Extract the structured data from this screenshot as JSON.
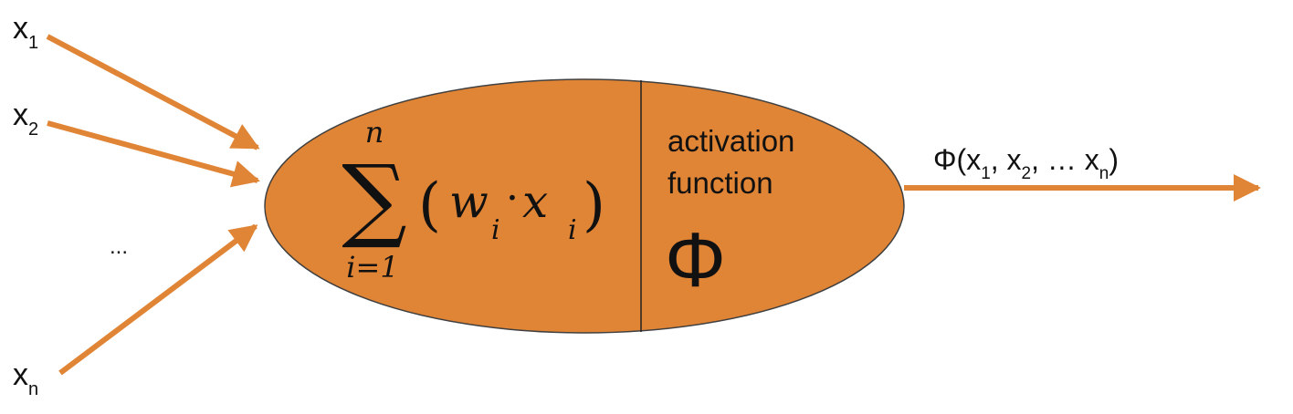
{
  "colors": {
    "neuron_fill": "#e08435",
    "neuron_stroke": "#404040",
    "arrow": "#e08435",
    "text": "#111111"
  },
  "inputs": [
    {
      "base": "x",
      "sub": "1"
    },
    {
      "base": "x",
      "sub": "2"
    },
    {
      "base": "x",
      "sub": "n"
    }
  ],
  "ellipsis": "...",
  "summation": {
    "sigma": "∑",
    "upper": "n",
    "lower": "i=1",
    "open_paren": "(",
    "close_paren": ")",
    "weight": "w",
    "weight_index": "i",
    "dot": "·",
    "input": "x",
    "input_index": "i"
  },
  "activation": {
    "line1": "activation",
    "line2": "function",
    "symbol": "Φ"
  },
  "output": {
    "open": "Φ(x",
    "sub1": "1",
    "mid1": ", x",
    "sub2": "2",
    "mid2": ", … x",
    "subn": "n",
    "close": ")"
  }
}
